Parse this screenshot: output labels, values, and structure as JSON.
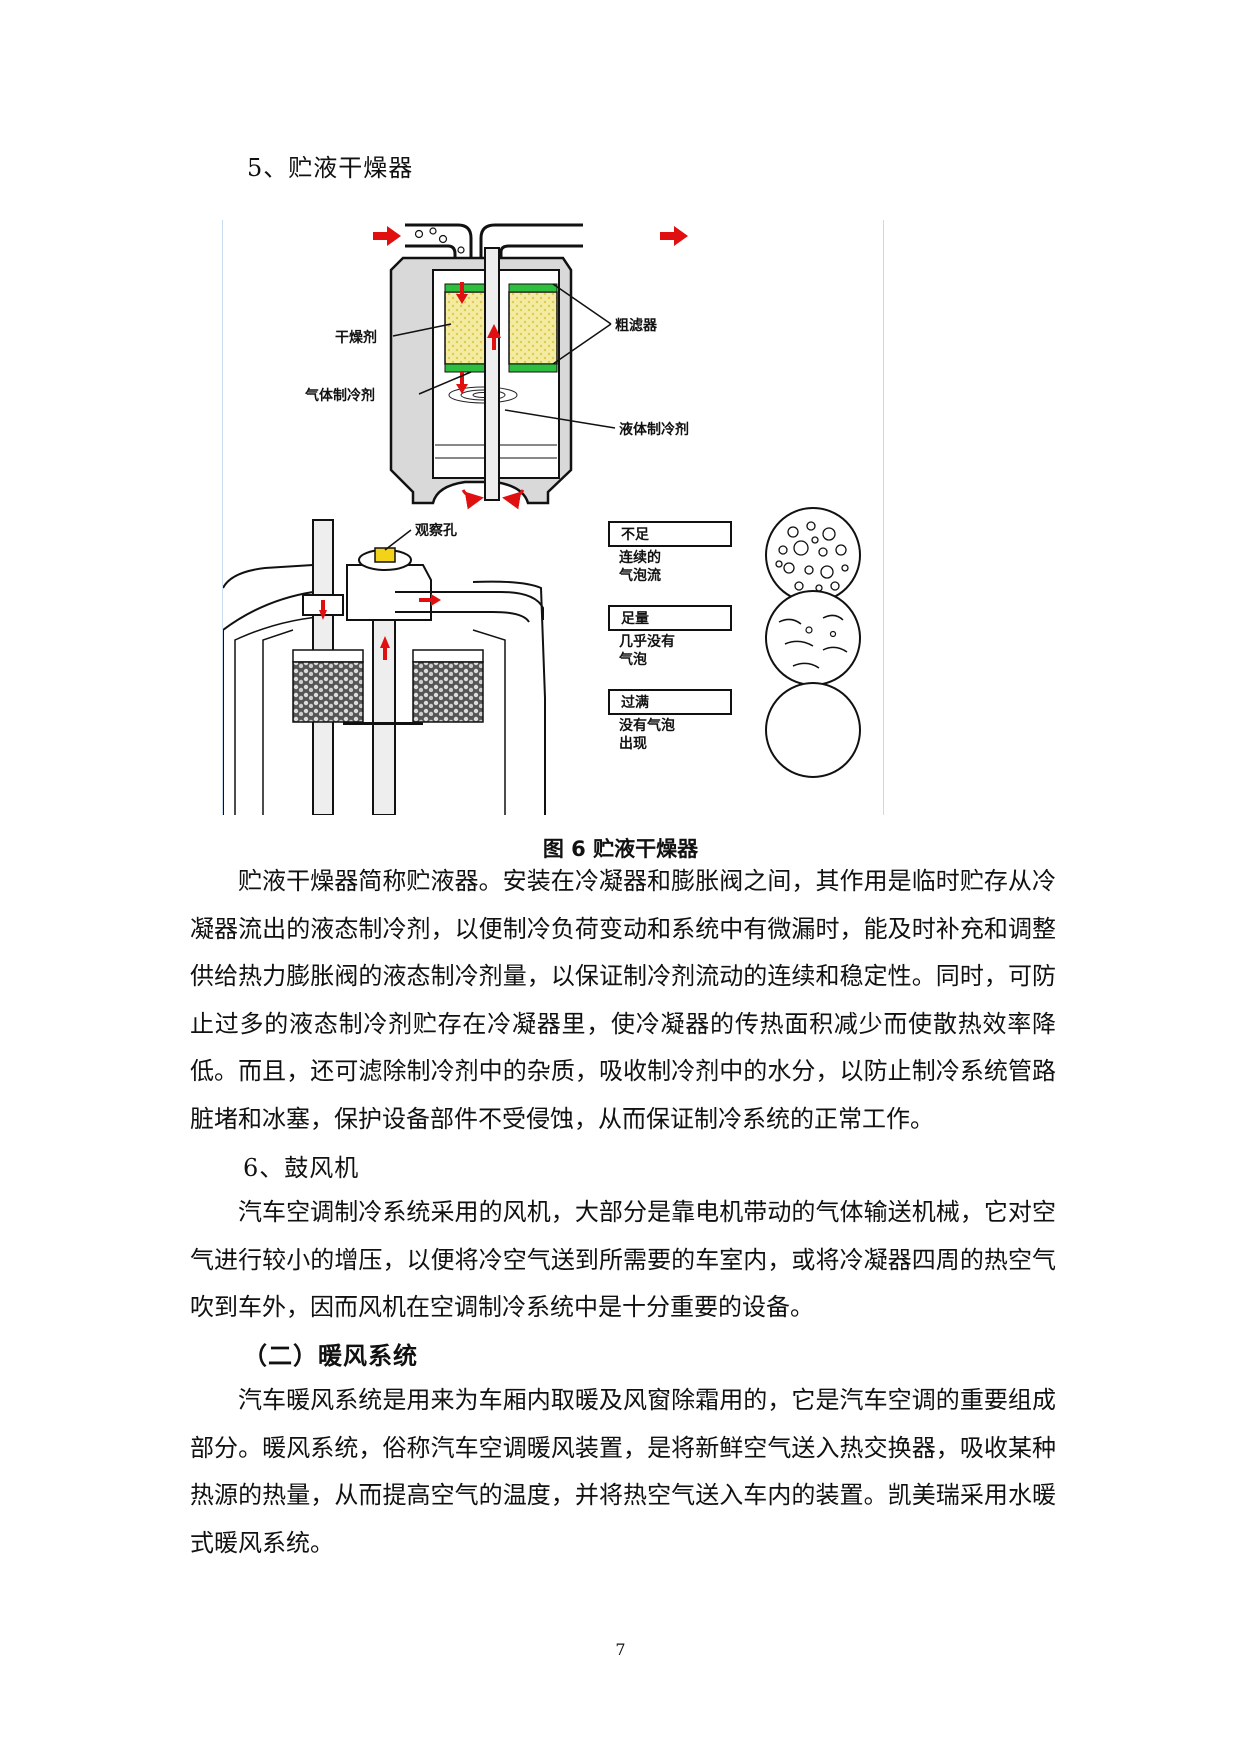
{
  "section5": {
    "title": "5、贮液干燥器"
  },
  "figure": {
    "labels": {
      "desiccant": "干燥剂",
      "coarse_filter": "粗滤器",
      "gas_refrigerant": "气体制冷剂",
      "liquid_refrigerant": "液体制冷剂",
      "sight_glass": "观察孔"
    },
    "states": [
      {
        "box": "不足",
        "line1": "连续的",
        "line2": "气泡流"
      },
      {
        "box": "足量",
        "line1": "几乎没有",
        "line2": "气泡"
      },
      {
        "box": "过满",
        "line1": "没有气泡",
        "line2": "出现"
      }
    ],
    "caption": "图 6 贮液干燥器"
  },
  "paragraph1": "贮液干燥器简称贮液器。安装在冷凝器和膨胀阀之间，其作用是临时贮存从冷凝器流出的液态制冷剂，以便制冷负荷变动和系统中有微漏时，能及时补充和调整供给热力膨胀阀的液态制冷剂量，以保证制冷剂流动的连续和稳定性。同时，可防止过多的液态制冷剂贮存在冷凝器里，使冷凝器的传热面积减少而使散热效率降低。而且，还可滤除制冷剂中的杂质，吸收制冷剂中的水分，以防止制冷系统管路脏堵和冰塞，保护设备部件不受侵蚀，从而保证制冷系统的正常工作。",
  "section6": {
    "title": "6、鼓风机"
  },
  "paragraph2": "汽车空调制冷系统采用的风机，大部分是靠电机带动的气体输送机械，它对空气进行较小的增压，以便将冷空气送到所需要的车室内，或将冷凝器四周的热空气吹到车外，因而风机在空调制冷系统中是十分重要的设备。",
  "section_heating": {
    "title": "（二）暖风系统"
  },
  "paragraph3": "汽车暖风系统是用来为车厢内取暖及风窗除霜用的，它是汽车空调的重要组成部分。暖风系统，俗称汽车空调暖风装置，是将新鲜空气送入热交换器，吸收某种热源的热量，从而提高空气的温度，并将热空气送入车内的装置。凯美瑞采用水暖式暖风系统。",
  "page_number": "7"
}
